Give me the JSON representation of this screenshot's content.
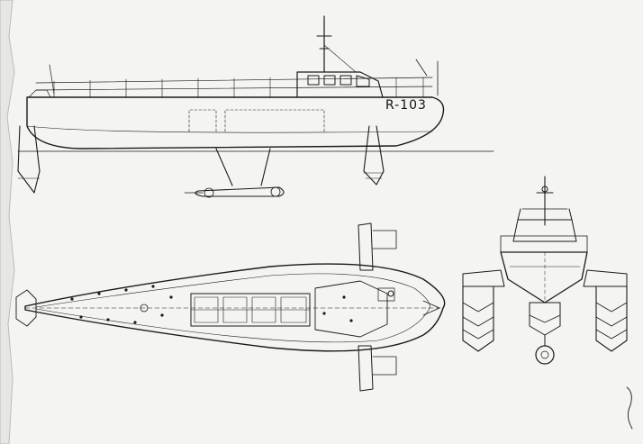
{
  "drawing": {
    "hull_marking": "R-103",
    "views": [
      "side-elevation",
      "plan-view",
      "bow-elevation"
    ],
    "colors": {
      "paper": "#f4f4f2",
      "ink": "#1a1a1a"
    }
  }
}
